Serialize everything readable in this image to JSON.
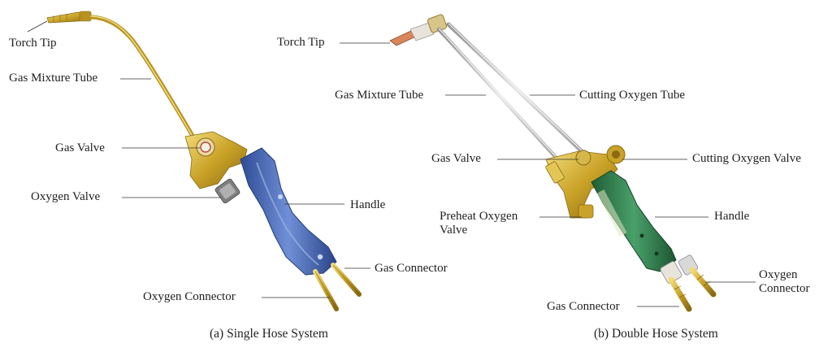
{
  "single": {
    "caption": "(a) Single Hose System",
    "labels": {
      "torch_tip": "Torch Tip",
      "gas_mixture_tube": "Gas Mixture Tube",
      "gas_valve": "Gas Valve",
      "oxygen_valve": "Oxygen Valve",
      "handle": "Handle",
      "gas_connector": "Gas Connector",
      "oxygen_connector": "Oxygen Connector"
    }
  },
  "double": {
    "caption": "(b) Double Hose System",
    "labels": {
      "torch_tip": "Torch Tip",
      "gas_mixture_tube": "Gas Mixture Tube",
      "cutting_oxygen_tube": "Cutting Oxygen Tube",
      "gas_valve": "Gas Valve",
      "cutting_oxygen_valve": "Cutting Oxygen Valve",
      "preheat_oxygen_valve_line1": "Preheat Oxygen",
      "preheat_oxygen_valve_line2": "Valve",
      "handle": "Handle",
      "oxygen_connector_line1": "Oxygen",
      "oxygen_connector_line2": "Connector",
      "gas_connector": "Gas Connector"
    }
  },
  "colors": {
    "brass": "#c9a227",
    "brass_dark": "#8a6a12",
    "blue_handle": "#3f5fa8",
    "green_handle": "#2e7d4a",
    "silver_tube": "#b9b9b9",
    "copper_tip": "#d9865a",
    "leader_line": "#333333"
  }
}
